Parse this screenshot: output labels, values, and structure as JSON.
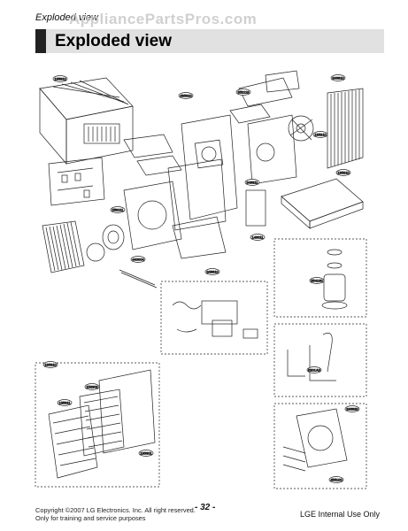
{
  "header": {
    "running_title": "Exploded view",
    "watermark": "AppliancePartsPros.com"
  },
  "page_title": "Exploded view",
  "callouts": {
    "cabinet": "135312",
    "top_cover": "435310",
    "chassis_front": "352118",
    "coil": "346810",
    "fan_shroud": "135210",
    "base_pan": "135210",
    "motor_mount": "346811",
    "blower_wheel": "559111",
    "air_guide": "146611",
    "motor": "440004",
    "control_box": "249910",
    "compressor": "554160",
    "grille": "135310",
    "filter": "152302",
    "front_panel": "135311",
    "louver": "135301",
    "tube": "5201A0",
    "back_cover": "346920",
    "back_mount": "455100"
  },
  "footer": {
    "copyright": "Copyright ©2007 LG Electronics. Inc. All right reserved.",
    "purpose": "Only for training and service purposes",
    "page_number": "- 32 -",
    "internal": "LGE Internal Use Only"
  }
}
